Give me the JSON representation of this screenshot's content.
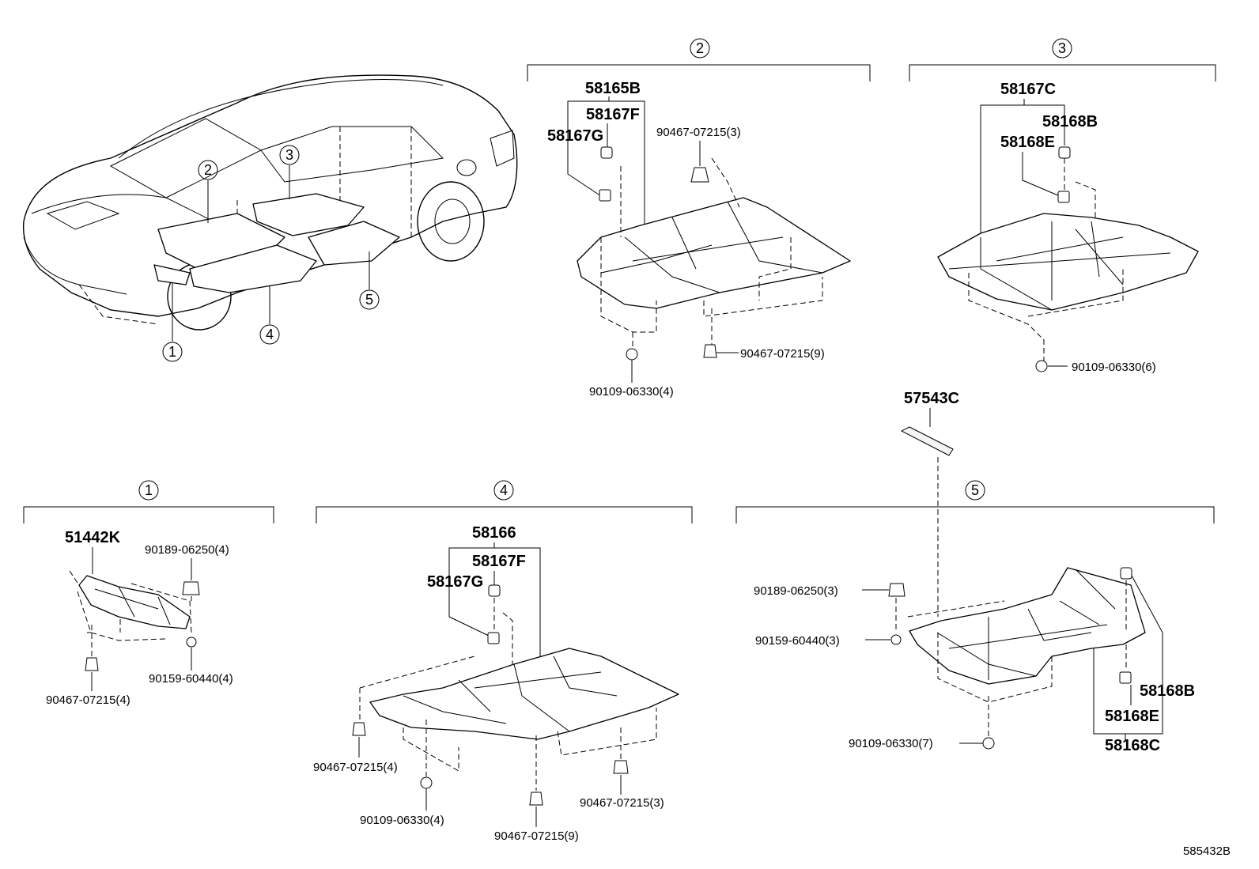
{
  "figure_code": "585432B",
  "car_callouts": [
    "1",
    "2",
    "3",
    "4",
    "5"
  ],
  "groups": [
    {
      "number": "2",
      "labels": {
        "main": "58165B",
        "f": "58167F",
        "g": "58167G",
        "clip_a": "90467-07215(3)",
        "clip_b": "90467-07215(9)",
        "bolt": "90109-06330(4)"
      }
    },
    {
      "number": "3",
      "labels": {
        "main": "58167C",
        "b": "58168B",
        "e": "58168E",
        "bolt": "90109-06330(6)"
      }
    },
    {
      "number": "1",
      "labels": {
        "main": "51442K",
        "nut": "90189-06250(4)",
        "screw": "90159-60440(4)",
        "clip": "90467-07215(4)"
      }
    },
    {
      "number": "4",
      "labels": {
        "main": "58166",
        "f": "58167F",
        "g": "58167G",
        "clip_a": "90467-07215(4)",
        "bolt": "90109-06330(4)",
        "clip_b": "90467-07215(9)",
        "clip_c": "90467-07215(3)"
      }
    },
    {
      "number": "5",
      "labels": {
        "top": "57543C",
        "nut": "90189-06250(3)",
        "screw": "90159-60440(3)",
        "bolt": "90109-06330(7)",
        "b": "58168B",
        "e": "58168E",
        "c": "58168C"
      }
    }
  ]
}
